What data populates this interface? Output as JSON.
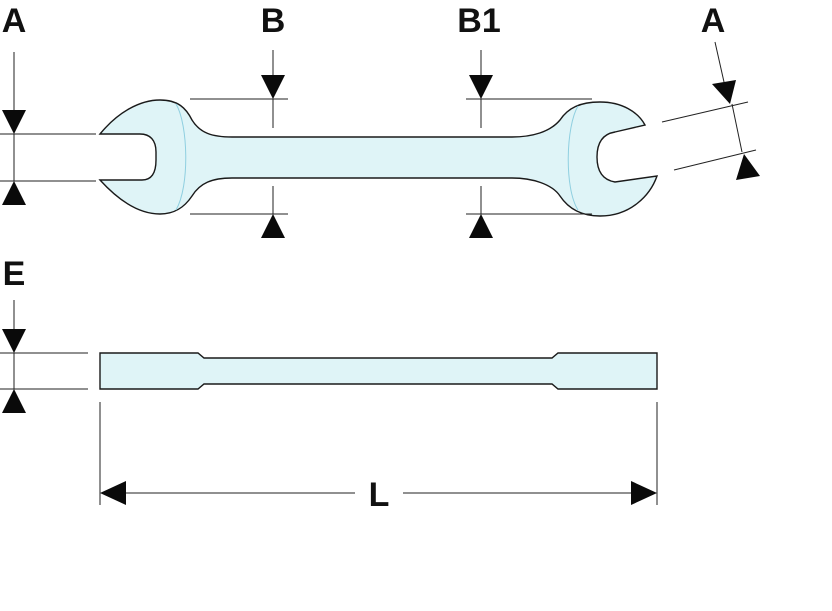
{
  "labels": {
    "a_left": "A",
    "b": "B",
    "b1": "B1",
    "a_right": "A",
    "e": "E",
    "l": "L"
  },
  "colors": {
    "wrench_fill": "#dff4f7",
    "wrench_outline": "#1a1a1a",
    "wrench_inner_edge": "#8fcfe0",
    "dimension_line": "#222222",
    "arrow": "#0a0a0a"
  }
}
